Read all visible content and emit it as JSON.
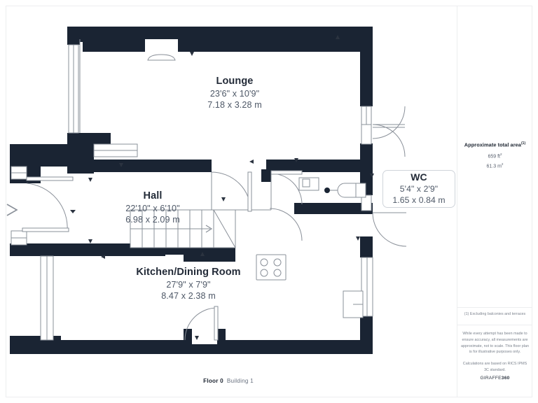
{
  "document": {
    "type": "floor-plan",
    "footer": {
      "floor": "Floor 0",
      "building": "Building 1"
    }
  },
  "rooms": [
    {
      "id": "lounge",
      "name": "Lounge",
      "dim_imperial": "23'6\" x 10'9\"",
      "dim_metric": "7.18 x 3.28 m"
    },
    {
      "id": "hall",
      "name": "Hall",
      "dim_imperial": "22'10\" x 6'10\"",
      "dim_metric": "6.98 x 2.09 m"
    },
    {
      "id": "kitchen",
      "name": "Kitchen/Dining Room",
      "dim_imperial": "27'9\" x 7'9\"",
      "dim_metric": "8.47 x 2.38 m"
    },
    {
      "id": "wc",
      "name": "WC",
      "dim_imperial": "5'4\" x 2'9\"",
      "dim_metric": "1.65 x 0.84 m"
    }
  ],
  "sidebar": {
    "area_title": "Approximate total area",
    "area_title_marker": "(1)",
    "area_sqft": "659 ft",
    "area_sqft_sup": "2",
    "area_sqm": "61.3 m",
    "area_sqm_sup": "2",
    "exclusion_note": "(1) Excluding balconies and terraces",
    "disclaimer": "While every attempt has been made to ensure accuracy, all measurements are approximate, not to scale. This floor plan is for illustrative purposes only.",
    "standard_note": "Calculations are based on RICS IPMS 3C standard.",
    "logo_part1": "GIRAFFE",
    "logo_part2": "360"
  },
  "colors": {
    "wall": "#1a2433",
    "outline": "#8a9099",
    "text_primary": "#232b38",
    "text_secondary": "#4e5867",
    "text_muted": "#7b828d",
    "page_border": "#eceeef"
  },
  "icons": {
    "entrance": "entrance-arrow",
    "hob": "hob-four-burner",
    "toilet": "toilet-fixture",
    "sink": "sink-fixture",
    "stairs": "staircase"
  }
}
